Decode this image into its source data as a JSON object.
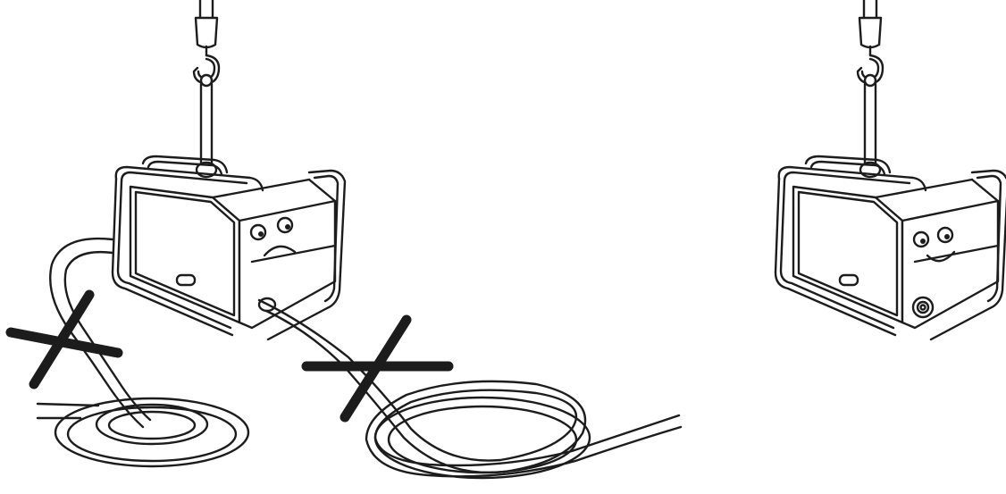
{
  "illustration": {
    "panels": [
      {
        "id": "incorrect",
        "hook_icon": "crane-hook-icon",
        "machine_face": "sad-face-icon",
        "cable_connected": true,
        "crossed_out": true,
        "cross_marks": 2
      },
      {
        "id": "correct",
        "hook_icon": "crane-hook-icon",
        "machine_face": "happy-face-icon",
        "cable_connected": false,
        "crossed_out": false,
        "cross_marks": 0
      }
    ],
    "colors": {
      "line": "#1c1c1c",
      "background": "#ffffff"
    }
  }
}
